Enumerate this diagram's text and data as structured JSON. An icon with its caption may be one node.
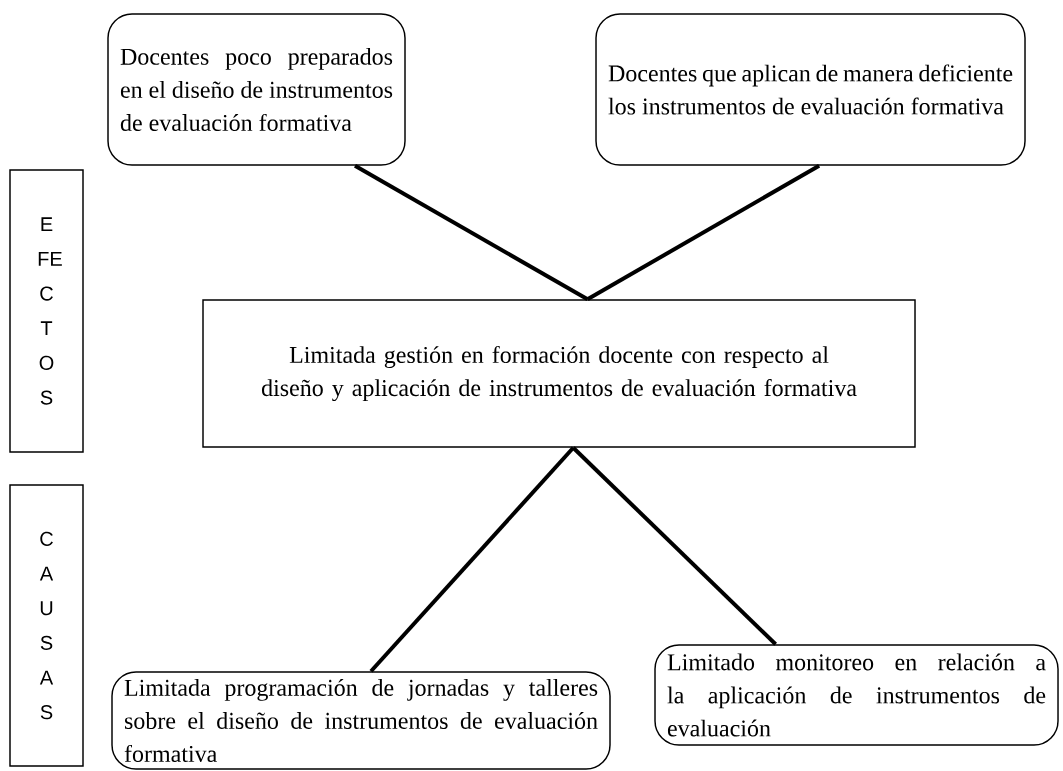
{
  "diagram": {
    "nodes": [
      {
        "text": [
          "Docentes poco preparados en el diseño de instrumentos de evaluación formativa"
        ]
      },
      {
        "text": [
          "Docentes que aplican de manera deficiente los instrumentos de evaluación formativa"
        ]
      },
      {
        "text": [
          "E FE C T O S"
        ]
      },
      {
        "text": [
          "Limitada gestión en formación docente con respecto al diseño y aplicación de instrumentos de evaluación formativa"
        ]
      },
      {
        "text": [
          "C A U S A S"
        ]
      },
      {
        "text": [
          "Limitada programación de jornadas y talleres sobre el diseño de instrumentos de evaluación formativa"
        ]
      },
      {
        "text": [
          "Limitado monitoreo en relación a la aplicación de instrumentos de evaluación"
        ]
      }
    ],
    "edges": [
      {
        "from": 0,
        "to": 3,
        "arrow": "none"
      },
      {
        "from": 1,
        "to": 3,
        "arrow": "none"
      },
      {
        "from": 3,
        "to": 5,
        "arrow": "none"
      },
      {
        "from": 3,
        "to": 6,
        "arrow": "none"
      }
    ]
  }
}
